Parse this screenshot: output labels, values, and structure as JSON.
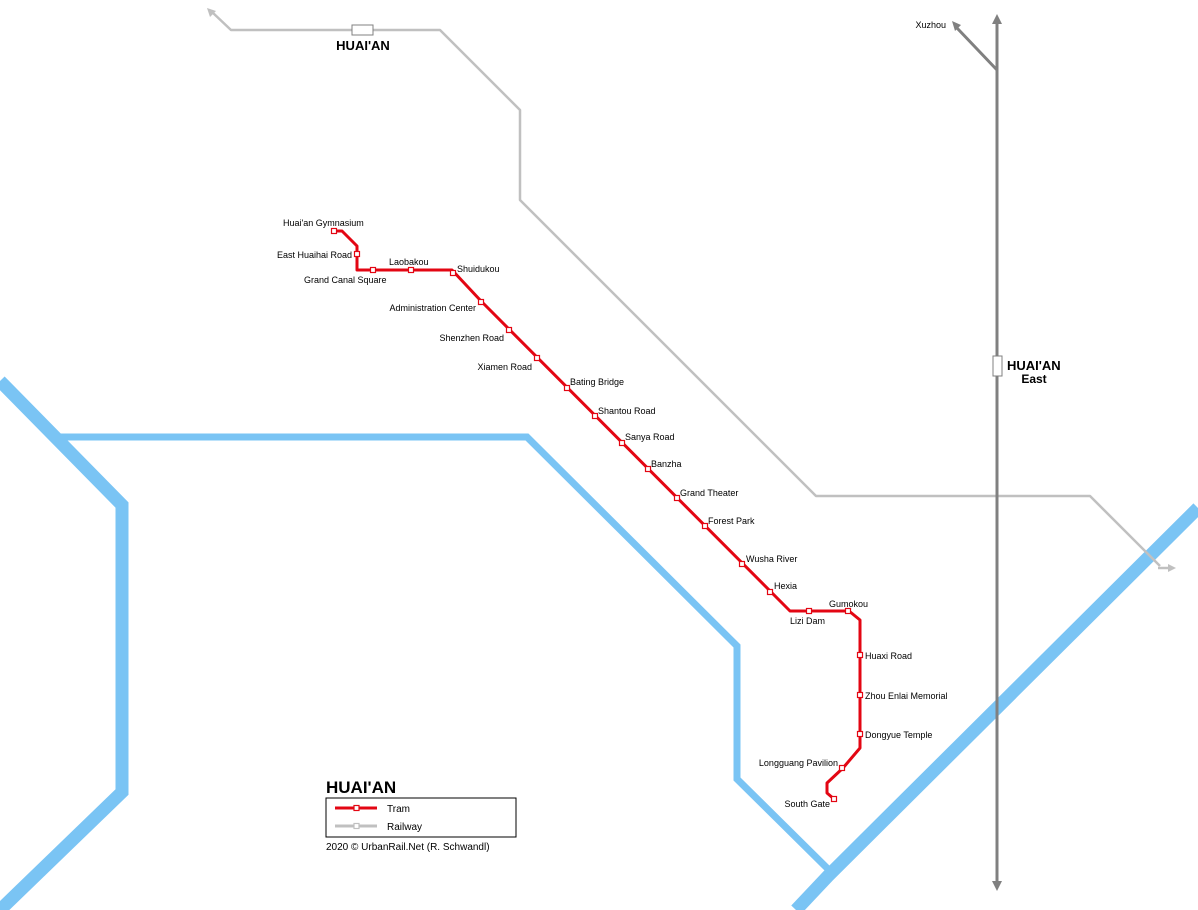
{
  "map": {
    "title": "HUAI'AN",
    "credit": "2020 © UrbanRail.Net (R. Schwandl)",
    "colors": {
      "tram": "#e30613",
      "railway": "#c0c0c0",
      "railway_main": "#808080",
      "water": "#7ac4f4",
      "background": "#ffffff"
    }
  },
  "legend": {
    "items": [
      {
        "label": "Tram",
        "color": "#e30613"
      },
      {
        "label": "Railway",
        "color": "#c0c0c0"
      }
    ]
  },
  "railway": {
    "stations": [
      {
        "name": "HUAI'AN",
        "subname": ""
      },
      {
        "name": "HUAI'AN",
        "subname": "East"
      }
    ],
    "destinations": [
      "Xuzhou"
    ]
  },
  "tram": {
    "stations": [
      "Huai'an Gymnasium",
      "East Huaihai Road",
      "Grand Canal Square",
      "Laobakou",
      "Shuidukou",
      "Administration Center",
      "Shenzhen Road",
      "Xiamen Road",
      "Bating Bridge",
      "Shantou Road",
      "Sanya Road",
      "Banzha",
      "Grand Theater",
      "Forest Park",
      "Wusha River",
      "Hexia",
      "Lizi Dam",
      "Gumokou",
      "Huaxi Road",
      "Zhou Enlai Memorial",
      "Dongyue Temple",
      "Longguang Pavilion",
      "South Gate"
    ]
  }
}
